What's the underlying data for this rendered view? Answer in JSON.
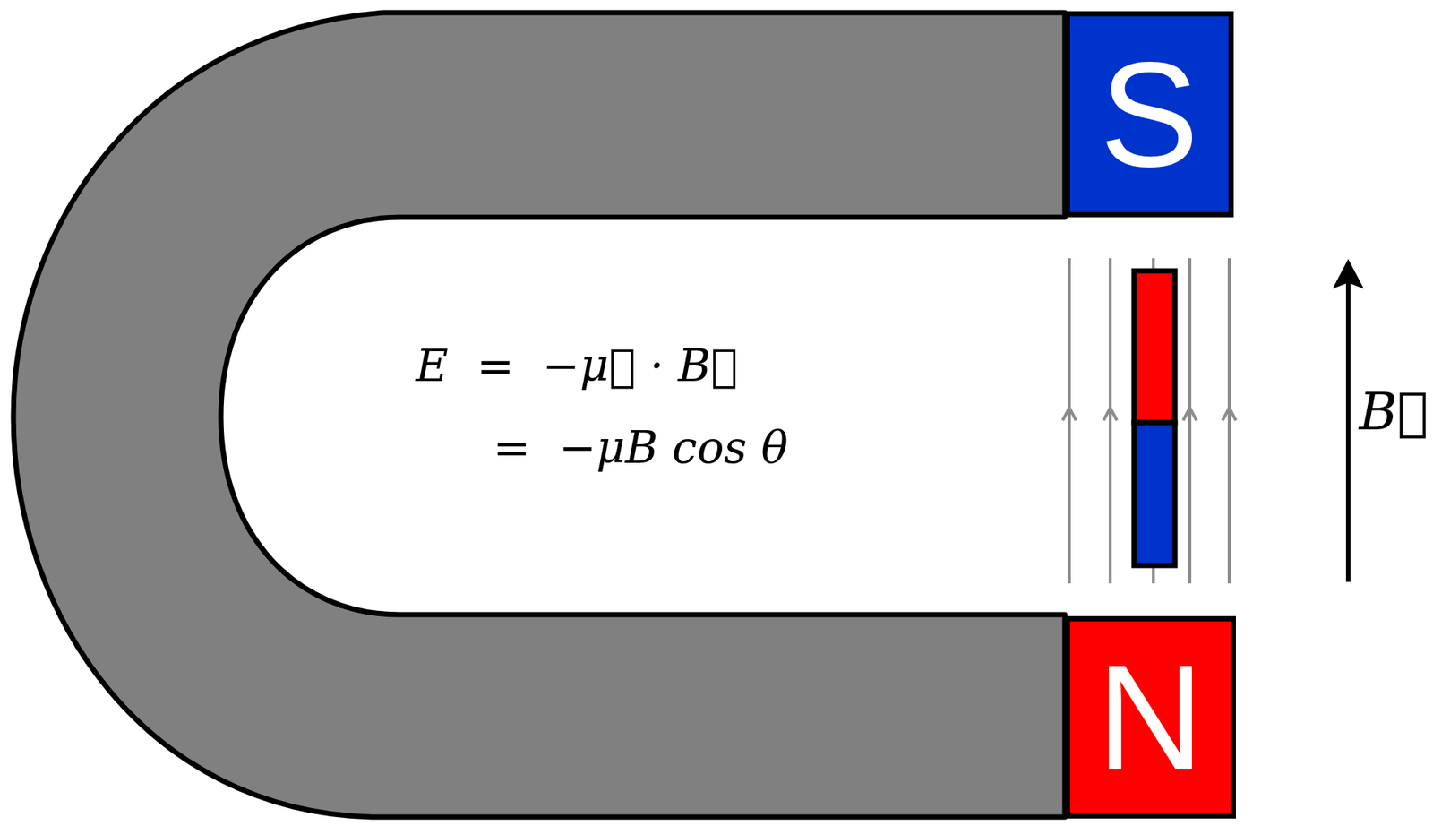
{
  "diagram": {
    "nodes": [
      {
        "text": [
          "S"
        ]
      },
      {
        "text": [
          "N"
        ]
      }
    ],
    "labels": [
      "E  =  −μ⃗ · B⃗",
      "=  −μB cos θ",
      "B⃗"
    ]
  }
}
